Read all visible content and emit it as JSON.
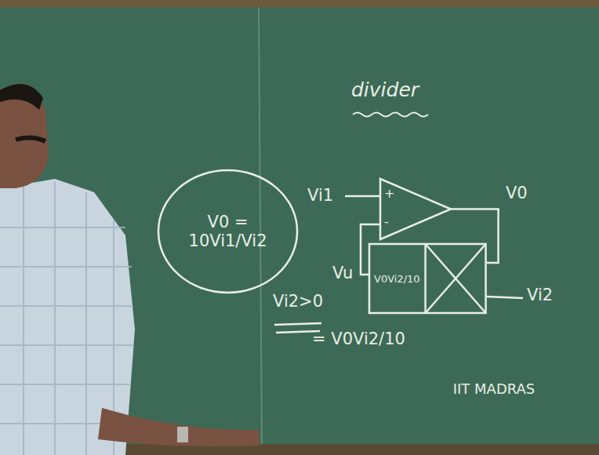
{
  "diagram": {
    "title": "divider",
    "nodes": [
      {
        "text": [
          "V0 = 10Vi1/Vi2"
        ]
      },
      {
        "text": [
          "+",
          "-"
        ]
      },
      {
        "text": [
          "V0Vi2/10"
        ]
      }
    ],
    "edges": [
      {
        "from": 1,
        "to": 2,
        "arrow": "none"
      },
      {
        "from": 2,
        "to": 1,
        "arrow": "none"
      }
    ],
    "labels": [
      "Vi1",
      "V0",
      "Vu",
      "Vi2",
      "Vi2>0",
      "= V0Vi2/10",
      "IIT MADRAS"
    ]
  }
}
